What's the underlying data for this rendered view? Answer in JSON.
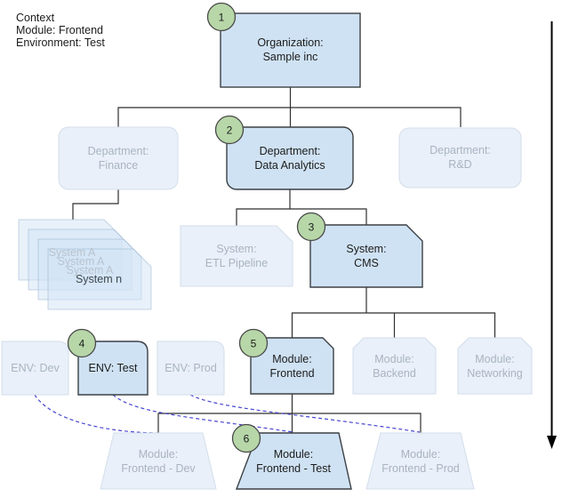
{
  "context": {
    "title": "Context",
    "module": "Module: Frontend",
    "environment": "Environment: Test"
  },
  "steps": [
    "1",
    "2",
    "3",
    "4",
    "5",
    "6"
  ],
  "nodes": {
    "organization": {
      "line1": "Organization:",
      "line2": "Sample inc"
    },
    "dept_finance": {
      "line1": "Department:",
      "line2": "Finance"
    },
    "dept_data_analytics": {
      "line1": "Department:",
      "line2": "Data Analytics"
    },
    "dept_rnd": {
      "line1": "Department:",
      "line2": "R&D"
    },
    "system_stack": {
      "card1": "System A",
      "card2": "System A",
      "card3": "System A",
      "card4": "System n"
    },
    "system_etl": {
      "line1": "System:",
      "line2": "ETL Pipeline"
    },
    "system_cms": {
      "line1": "System:",
      "line2": "CMS"
    },
    "env_dev": {
      "label": "ENV: Dev"
    },
    "env_test": {
      "label": "ENV: Test"
    },
    "env_prod": {
      "label": "ENV: Prod"
    },
    "module_frontend": {
      "line1": "Module:",
      "line2": "Frontend"
    },
    "module_backend": {
      "line1": "Module:",
      "line2": "Backend"
    },
    "module_networking": {
      "line1": "Module:",
      "line2": "Networking"
    },
    "instance_frontend_dev": {
      "line1": "Module:",
      "line2": "Frontend - Dev"
    },
    "instance_frontend_test": {
      "line1": "Module:",
      "line2": "Frontend - Test"
    },
    "instance_frontend_prod": {
      "line1": "Module:",
      "line2": "Frontend - Prod"
    }
  },
  "colors": {
    "highlight_fill": "#cfe2f3",
    "highlight_stroke": "#3b4045",
    "faded_fill": "#e9f0f9",
    "faded_stroke": "#d3deeb",
    "faded_text": "#a9b4c1",
    "step_fill": "#b7d7a8",
    "connector": "#2f2f2f",
    "dashed_link": "#4747d0",
    "arrow": "#000000"
  }
}
